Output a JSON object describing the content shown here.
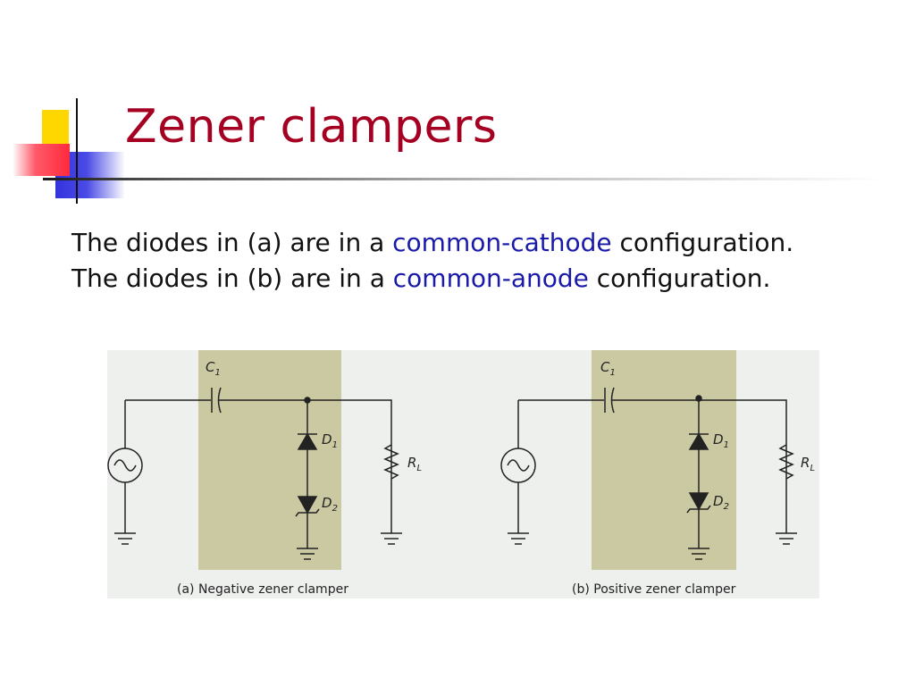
{
  "slide": {
    "title": "Zener clampers",
    "line1": {
      "pre": "The diodes in (a) are in a ",
      "highlight": "common-cathode",
      "post": " configuration."
    },
    "line2": {
      "pre": "The diodes in (b) are in a ",
      "highlight": "common-anode",
      "post": " configuration."
    }
  },
  "figure": {
    "a": {
      "caption": "(a)  Negative zener clamper",
      "c1": "C1",
      "d1": "D1",
      "d2": "D2",
      "rl": "RL"
    },
    "b": {
      "caption": "(b)  Positive zener clamper",
      "c1": "C1",
      "d1": "D1",
      "d2": "D2",
      "rl": "RL"
    }
  },
  "colors": {
    "title": "#a50021",
    "highlight": "#1a1aaa",
    "figure_bg": "#eef0ee",
    "shade": "#cbc9a2"
  }
}
